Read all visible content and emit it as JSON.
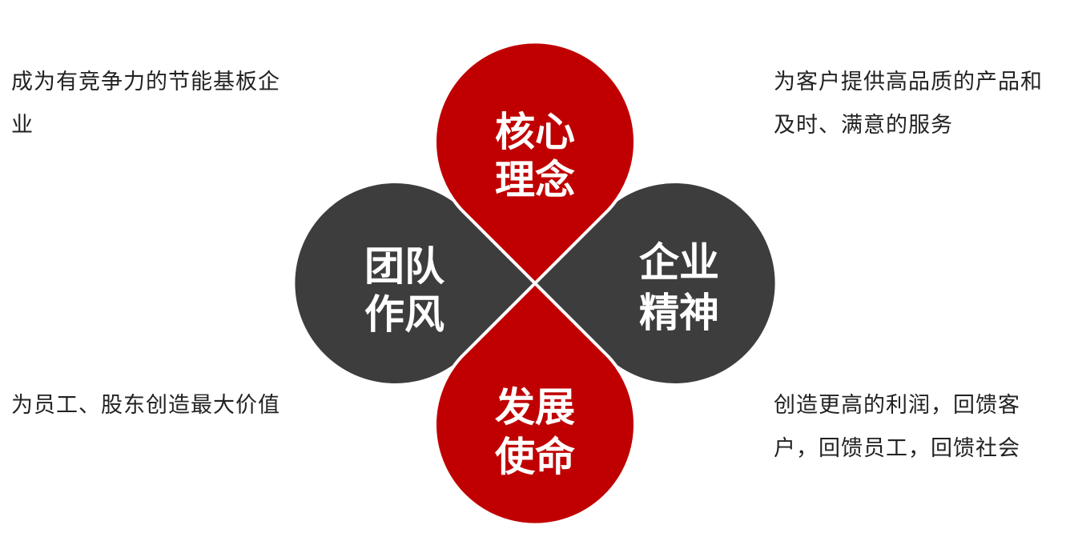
{
  "colors": {
    "red": "#c00000",
    "dark": "#3d3d3d",
    "text_on_shape": "#ffffff",
    "desc_text": "#222222"
  },
  "petals": {
    "top": {
      "line1": "核心",
      "line2": "理念"
    },
    "left": {
      "line1": "团队",
      "line2": "作风"
    },
    "right": {
      "line1": "企业",
      "line2": "精神"
    },
    "bottom": {
      "line1": "发展",
      "line2": "使命"
    }
  },
  "descriptions": {
    "top_left": "成为有竞争力的节能基板企业",
    "top_right": "为客户提供高品质的产品和及时、满意的服务",
    "bottom_left": "为员工、股东创造最大价值",
    "bottom_right": "创造更高的利润，回馈客户，回馈员工，回馈社会"
  }
}
